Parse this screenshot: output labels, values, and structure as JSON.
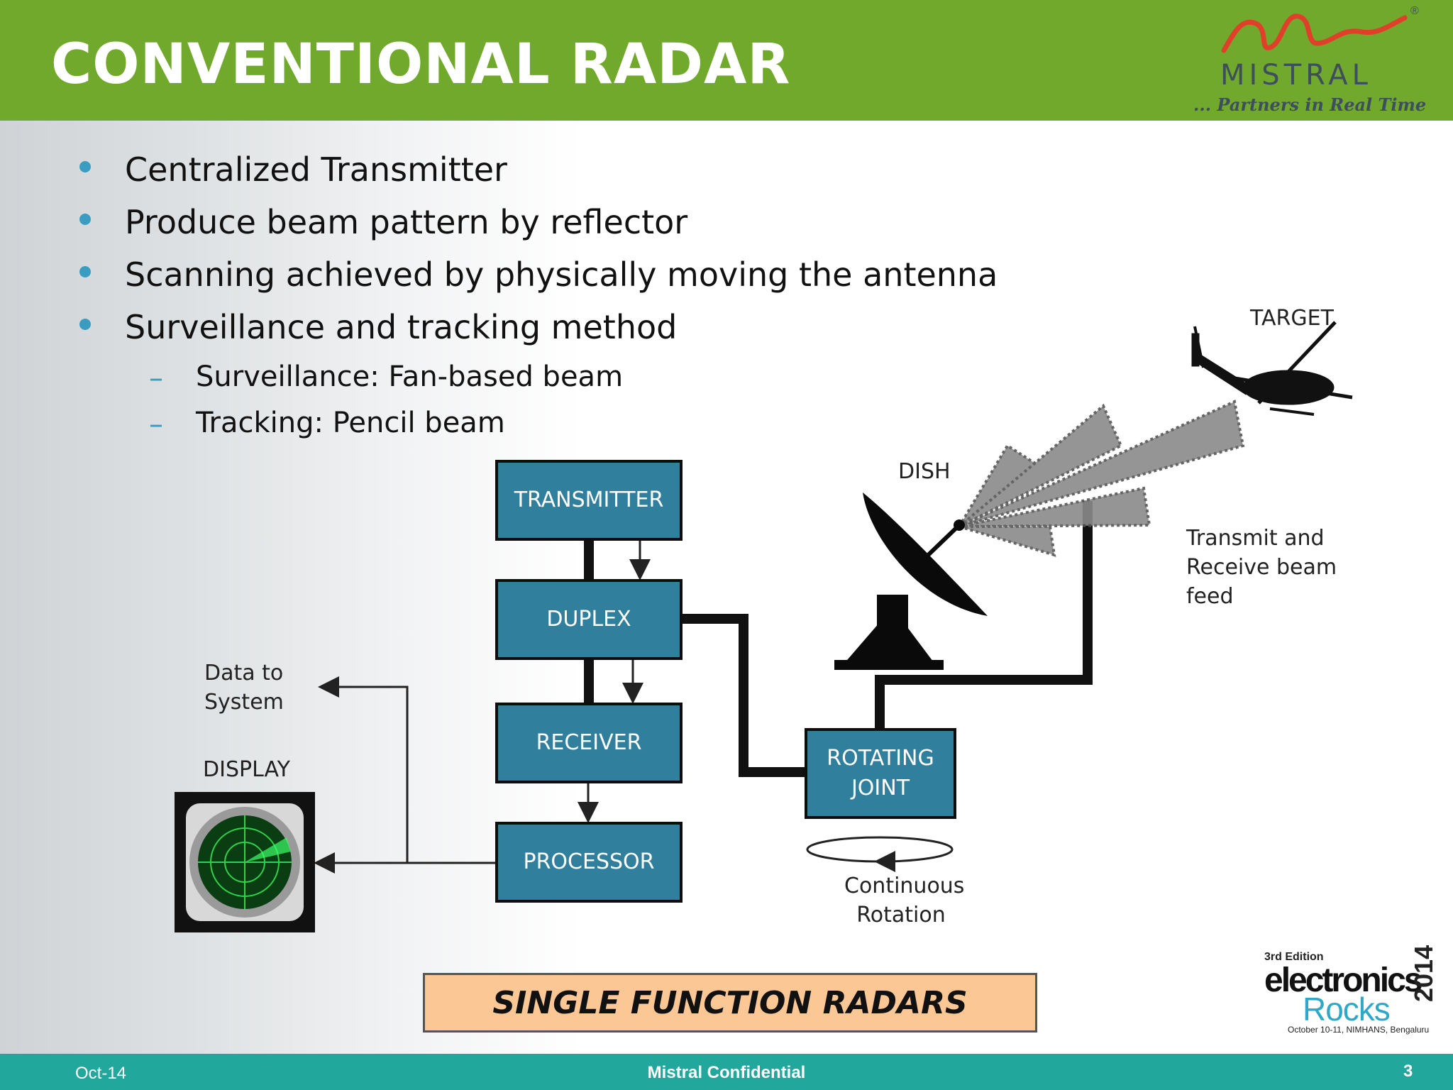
{
  "header": {
    "title": "CONVENTIONAL RADAR"
  },
  "logo": {
    "name": "MISTRAL",
    "tagline": "... Partners in Real Time",
    "registered": "®"
  },
  "bullets": [
    "Centralized Transmitter",
    "Produce beam pattern by reflector",
    "Scanning achieved by physically moving the antenna",
    "Surveillance and tracking method"
  ],
  "sub_bullets": [
    "Surveillance: Fan-based beam",
    "Tracking: Pencil beam"
  ],
  "diagram": {
    "boxes": {
      "transmitter": "TRANSMITTER",
      "duplex": "DUPLEX",
      "receiver": "RECEIVER",
      "processor": "PROCESSOR",
      "rotating_joint_line1": "ROTATING",
      "rotating_joint_line2": "JOINT"
    },
    "labels": {
      "target": "TARGET",
      "dish": "DISH",
      "beam_feed_line1": "Transmit and",
      "beam_feed_line2": "Receive beam",
      "beam_feed_line3": "feed",
      "data_to_line1": "Data to",
      "data_to_line2": "System",
      "display": "DISPLAY",
      "rotation_line1": "Continuous",
      "rotation_line2": "Rotation"
    }
  },
  "banner": "SINGLE FUNCTION RADARS",
  "event_logo": {
    "edition": "3rd Edition",
    "word1": "electronics",
    "word2": "Rocks",
    "year": "2014",
    "details": "October 10-11, NIMHANS, Bengaluru"
  },
  "footer": {
    "date": "Oct-14",
    "center": "Mistral Confidential",
    "page": "3"
  },
  "colors": {
    "header_green": "#71a92c",
    "box_blue": "#2f7f9d",
    "footer_teal": "#22a79c",
    "banner_peach": "#fbc795",
    "bullet_blue": "#3a9cc0"
  }
}
